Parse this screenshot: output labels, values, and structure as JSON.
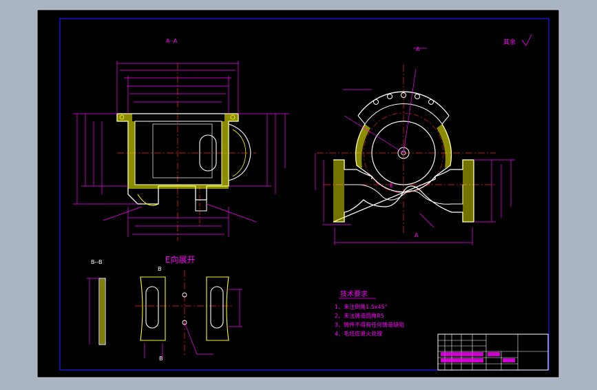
{
  "colors": {
    "app_bg": "#a9b4c2",
    "canvas_bg": "#000000",
    "outline": "#ffffff",
    "dimension": "#ff00ff",
    "centerline": "#ff2020",
    "hatch": "#ffff00",
    "part": "#ffffff",
    "frame": "#1a1aff"
  },
  "labels": {
    "section_aa": "A--A",
    "section_bb": "B--B",
    "view_e": "E向展开",
    "marker_a": "A",
    "marker_b": "B",
    "marker_e": "E",
    "roughness_note": "其余"
  },
  "tech_requirements": {
    "title": "技术要求",
    "items": [
      "1、未注倒角1.5x45°",
      "2、未注铸造圆角R5",
      "3、铸件不得有任何铸造缺陷",
      "4、毛坯应退火处理"
    ]
  },
  "title_block": {
    "part_name": "",
    "material": "",
    "drawing_no": "",
    "unit": ""
  }
}
